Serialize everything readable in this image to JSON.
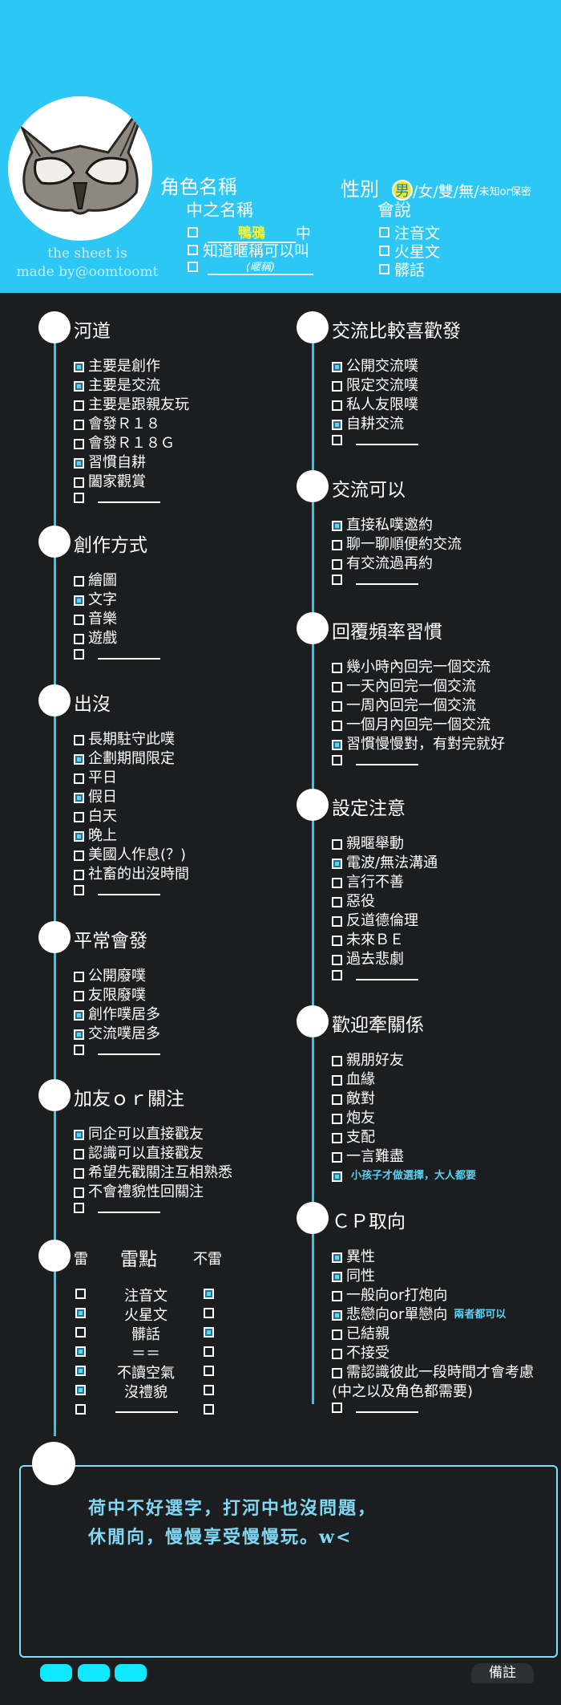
{
  "header": {
    "credit_line1": "the sheet is",
    "credit_line2": "made by@oomtoomt",
    "char_name_label": "角色名稱",
    "gender_label": "性別",
    "gender_opt_male": "男",
    "gender_opt_rest": "/女/雙/無/",
    "gender_opt_unknown": "未知or保密",
    "mid_name_label": "中之名稱",
    "mid_name_value": "鴨鴉",
    "mid_name_suffix": "中",
    "mid_know_nick": "知道暱稱可以叫",
    "mid_nick_hint": "(暱稱)",
    "speak_label": "會說",
    "speak_items": [
      "注音文",
      "火星文",
      "髒話"
    ]
  },
  "sections": {
    "river": {
      "title": "河道",
      "items": [
        "主要是創作",
        "主要是交流",
        "主要是跟親友玩",
        "會發Ｒ１８",
        "會發Ｒ１８Ｇ",
        "習慣自耕",
        "闔家觀賞"
      ],
      "checked": [
        true,
        true,
        false,
        false,
        false,
        true,
        false
      ]
    },
    "create": {
      "title": "創作方式",
      "items": [
        "繪圖",
        "文字",
        "音樂",
        "遊戲"
      ],
      "checked": [
        false,
        true,
        false,
        false
      ]
    },
    "appear": {
      "title": "出沒",
      "items": [
        "長期駐守此噗",
        "企劃期間限定",
        "平日",
        "假日",
        "白天",
        "晚上",
        "美國人作息(？)",
        "社畜的出沒時間"
      ],
      "checked": [
        false,
        true,
        false,
        true,
        false,
        true,
        false,
        false
      ]
    },
    "usual": {
      "title": "平常會發",
      "items": [
        "公開廢噗",
        "友限廢噗",
        "創作噗居多",
        "交流噗居多"
      ],
      "checked": [
        false,
        false,
        true,
        true
      ]
    },
    "friend": {
      "title": "加友ｏｒ關注",
      "items": [
        "同企可以直接戳友",
        "認識可以直接戳友",
        "希望先戳關注互相熟悉",
        "不會禮貌性回關注"
      ],
      "checked": [
        true,
        false,
        false,
        false
      ]
    },
    "mine": {
      "title": "雷點",
      "left_head": "雷",
      "right_head": "不雷",
      "rows": [
        "注音文",
        "火星文",
        "髒話",
        "＝＝",
        "不讀空氣",
        "沒禮貌"
      ],
      "left_checked": [
        false,
        true,
        false,
        true,
        true,
        true
      ],
      "right_checked": [
        true,
        false,
        true,
        false,
        false,
        false
      ]
    },
    "exchange": {
      "title": "交流比較喜歡發",
      "items": [
        "公開交流噗",
        "限定交流噗",
        "私人友限噗",
        "自耕交流"
      ],
      "checked": [
        true,
        false,
        false,
        true
      ]
    },
    "can": {
      "title": "交流可以",
      "items": [
        "直接私噗邀約",
        "聊一聊順便約交流",
        "有交流過再約"
      ],
      "checked": [
        true,
        false,
        false
      ]
    },
    "reply": {
      "title": "回覆頻率習慣",
      "items": [
        "幾小時內回完一個交流",
        "一天內回完一個交流",
        "一周內回完一個交流",
        "一個月內回完一個交流",
        "習慣慢慢對，有對完就好"
      ],
      "checked": [
        false,
        false,
        false,
        false,
        true
      ]
    },
    "setting": {
      "title": "設定注意",
      "items": [
        "親暱舉動",
        "電波/無法溝通",
        "言行不善",
        "惡役",
        "反道德倫理",
        "未來ＢＥ",
        "過去悲劇"
      ],
      "checked": [
        false,
        true,
        false,
        false,
        false,
        false,
        false
      ]
    },
    "relation": {
      "title": "歡迎牽關係",
      "items": [
        "親朋好友",
        "血緣",
        "敵對",
        "炮友",
        "支配",
        "一言難盡"
      ],
      "checked": [
        false,
        false,
        false,
        false,
        false,
        false
      ],
      "extra_note": "小孩子才做選擇，大人都要"
    },
    "cp": {
      "title": "ＣＰ取向",
      "items": [
        "異性",
        "同性",
        "一般向or打炮向",
        "悲戀向or單戀向",
        "已結親",
        "不接受",
        "需認識彼此一段時間才會考慮"
      ],
      "checked": [
        true,
        true,
        false,
        true,
        false,
        false,
        false
      ],
      "note_both": "兩者都可以",
      "last_sub": "(中之以及角色都需要)"
    }
  },
  "remark": {
    "line1": "荷中不好選字，打河中也沒問題，",
    "line2": "休閒向，慢慢享受慢慢玩。w<",
    "tab_label": "備註"
  },
  "colors": {
    "header_bg": "#2cc7f5",
    "body_bg": "#1c1d1f",
    "accent": "#5fd0ef",
    "highlight": "#fff31b"
  }
}
